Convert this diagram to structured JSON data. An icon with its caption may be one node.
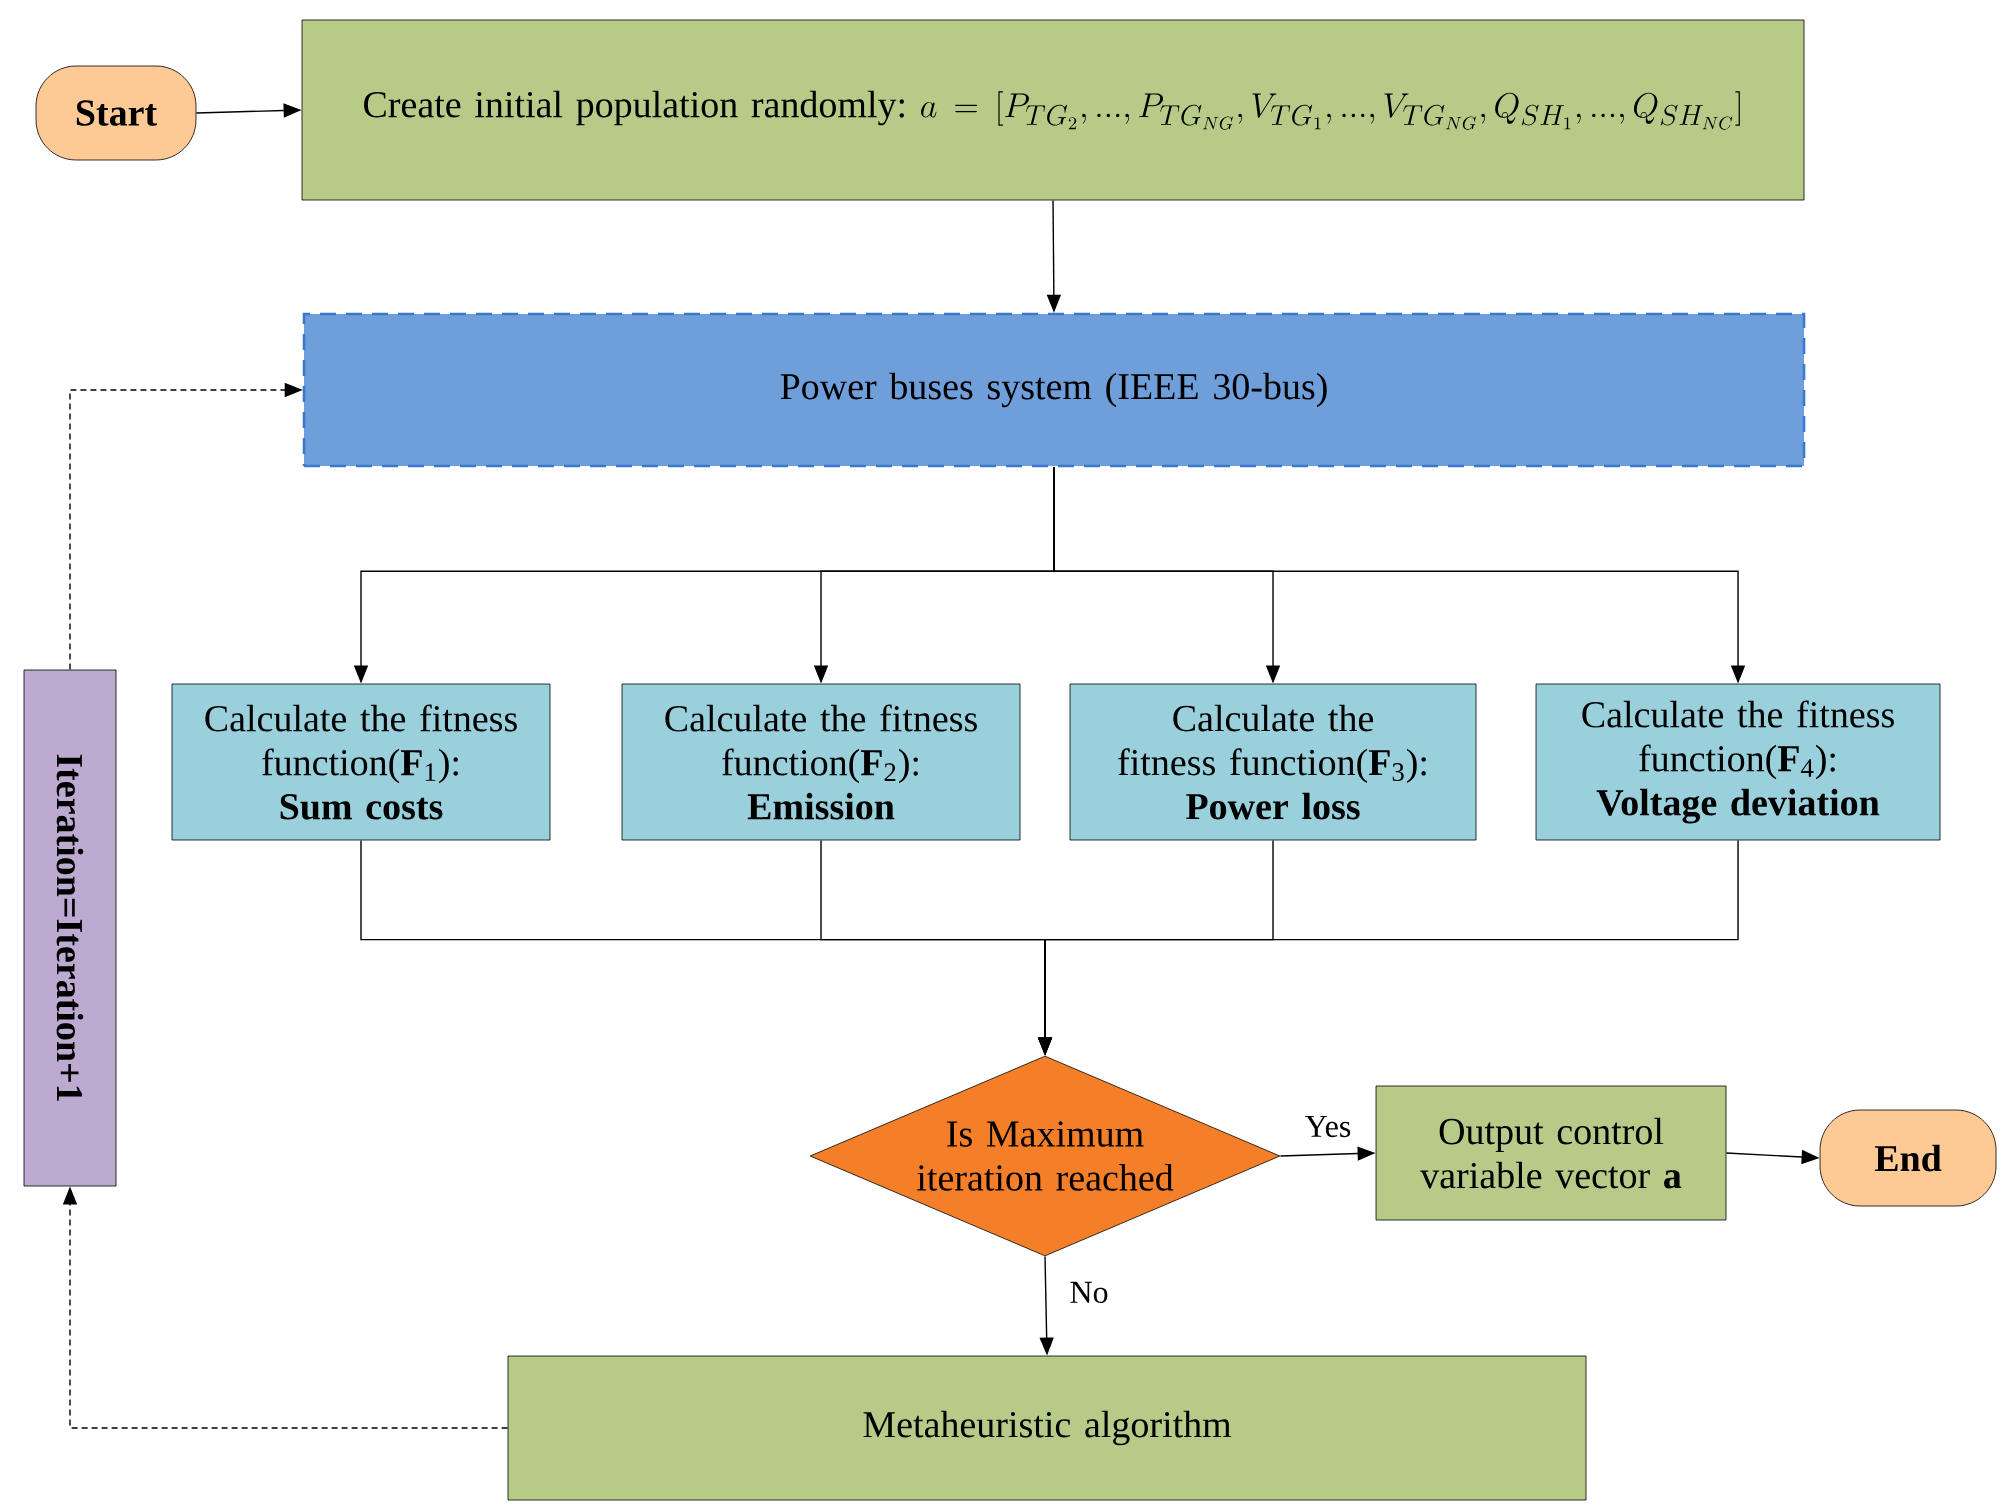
{
  "diagram": {
    "nodes": [
      {
        "text": [
          "Start"
        ]
      },
      {
        "text": [
          "Create initial population randomly:",
          "a=[P_{TG_2},...,P_{TG_{NG}},V_{TG_1},...,V_{TG_{NG}},Q_{SH_1},...,Q_{SH_{NC}}]"
        ]
      },
      {
        "text": [
          "Power buses system (IEEE 30-bus)"
        ]
      },
      {
        "text": [
          "Calculate the fitness function(**F**$_{1}$):",
          "Sum costs"
        ]
      },
      {
        "text": [
          "Calculate the fitness function(**F**$_{2}$):",
          "Emission"
        ]
      },
      {
        "text": [
          "Calculate the fitness function(**F**$_{3}$):",
          "Power loss"
        ]
      },
      {
        "text": [
          "Calculate the fitness function(**F**$_{4}$):",
          "Voltage deviation"
        ]
      },
      {
        "text": [
          "Is Maximum iteration reached"
        ]
      },
      {
        "text": [
          "Output control variable vector **a**"
        ]
      },
      {
        "text": [
          "End"
        ]
      },
      {
        "text": [
          "Metaheuristic algorithm"
        ]
      },
      {
        "text": [
          "Iteration=Iteration+1"
        ]
      }
    ],
    "edges": [
      {
        "from": 0,
        "to": 1,
        "arrow": "to"
      },
      {
        "from": 1,
        "to": 2,
        "arrow": "to"
      },
      {
        "from": 2,
        "to": 3,
        "arrow": "to"
      },
      {
        "from": 2,
        "to": 4,
        "arrow": "to"
      },
      {
        "from": 2,
        "to": 5,
        "arrow": "to"
      },
      {
        "from": 2,
        "to": 6,
        "arrow": "to"
      },
      {
        "from": 3,
        "to": 7,
        "arrow": "to"
      },
      {
        "from": 4,
        "to": 7,
        "arrow": "to"
      },
      {
        "from": 5,
        "to": 7,
        "arrow": "to"
      },
      {
        "from": 6,
        "to": 7,
        "arrow": "to"
      },
      {
        "from": 7,
        "to": 8,
        "arrow": "to",
        "label": "Yes"
      },
      {
        "from": 8,
        "to": 9,
        "arrow": "to"
      },
      {
        "from": 7,
        "to": 10,
        "arrow": "to",
        "label": "No"
      },
      {
        "from": 10,
        "to": 11,
        "arrow": "to",
        "style": "dashed"
      },
      {
        "from": 11,
        "to": 2,
        "arrow": "to",
        "style": "dashed"
      }
    ]
  }
}
